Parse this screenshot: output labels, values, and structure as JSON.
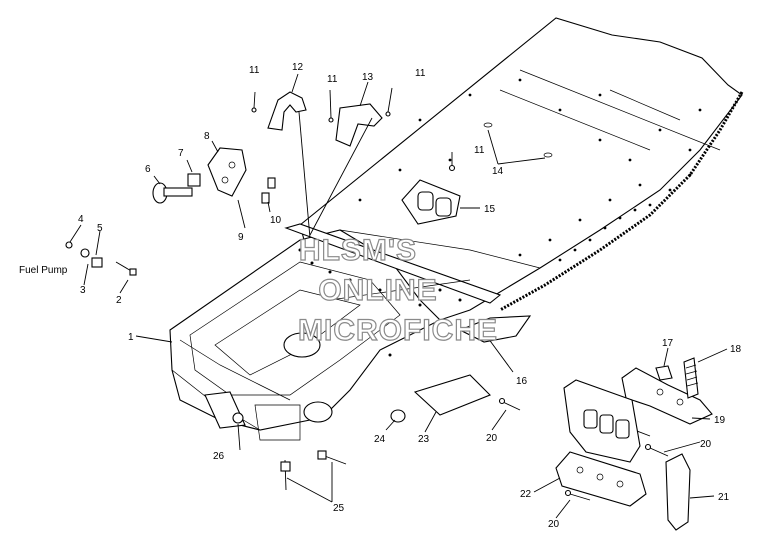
{
  "callouts": {
    "c1": "1",
    "c2": "2",
    "c3": "3",
    "c4": "4",
    "c5": "5",
    "c6": "6",
    "c7": "7",
    "c8": "8",
    "c9": "9",
    "c10": "10",
    "c11a": "11",
    "c11b": "11",
    "c11c": "11",
    "c11d": "11",
    "c12": "12",
    "c13": "13",
    "c14": "14",
    "c15": "15",
    "c16": "16",
    "c17": "17",
    "c18": "18",
    "c19": "19",
    "c20a": "20",
    "c20b": "20",
    "c20c": "20",
    "c21": "21",
    "c22": "22",
    "c23": "23",
    "c24": "24",
    "c25": "25",
    "c26": "26",
    "fuel_pump": "Fuel Pump"
  },
  "watermark": {
    "line1": "HLSM'S",
    "line2": "ONLINE",
    "line3": "MICROFICHE"
  },
  "colors": {
    "line": "#000000",
    "watermark_outline": "#8a8a8a",
    "background": "#ffffff"
  }
}
